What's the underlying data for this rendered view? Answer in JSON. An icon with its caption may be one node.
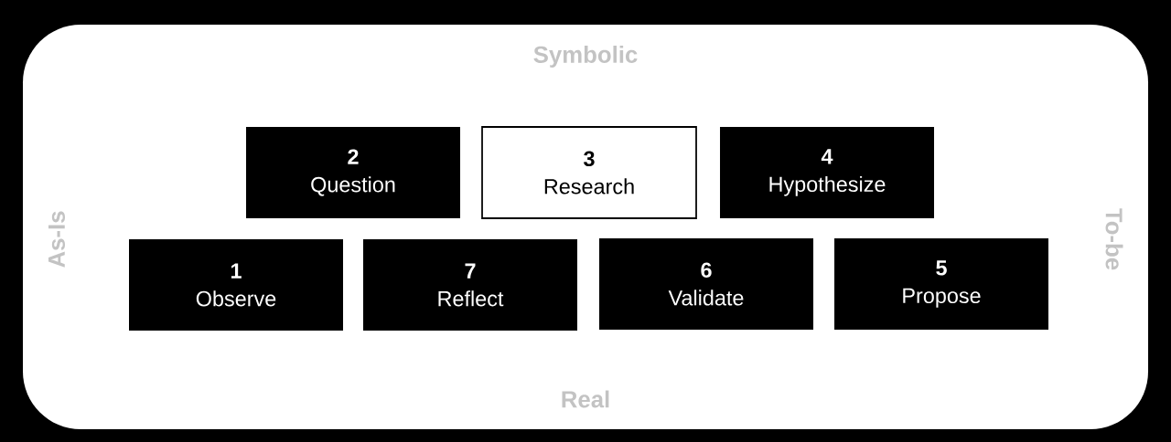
{
  "diagram": {
    "nodes": [
      {
        "text": [
          "2",
          "Question"
        ]
      },
      {
        "text": [
          "3",
          "Research"
        ]
      },
      {
        "text": [
          "4",
          "Hypothesize"
        ]
      },
      {
        "text": [
          "1",
          "Observe"
        ]
      },
      {
        "text": [
          "7",
          "Reflect"
        ]
      },
      {
        "text": [
          "6",
          "Validate"
        ]
      },
      {
        "text": [
          "5",
          "Propose"
        ]
      }
    ],
    "edges": [],
    "labels": [
      "Symbolic",
      "As-Is",
      "To-be",
      "Real"
    ]
  }
}
